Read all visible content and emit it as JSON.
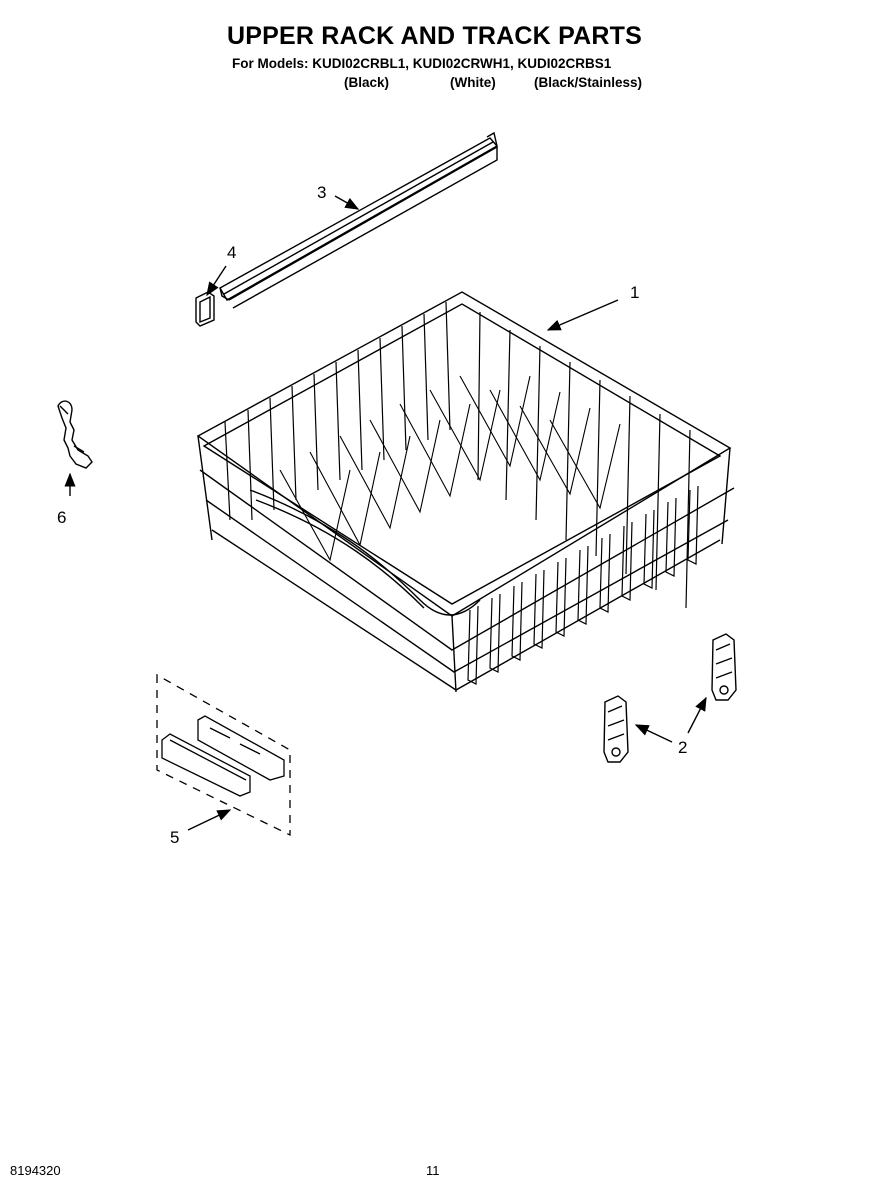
{
  "header": {
    "title": "UPPER RACK AND TRACK PARTS",
    "models_line": "For Models: KUDI02CRBL1, KUDI02CRWH1, KUDI02CRBS1",
    "variants": [
      "(Black)",
      "(White)",
      "(Black/Stainless)"
    ]
  },
  "callouts": [
    "1",
    "2",
    "3",
    "4",
    "5",
    "6"
  ],
  "footer": {
    "part_number": "8194320",
    "page_number": "11"
  }
}
